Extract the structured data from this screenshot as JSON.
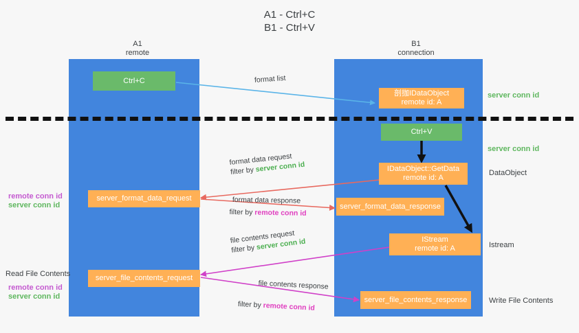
{
  "title": {
    "line1": "A1 - Ctrl+C",
    "line2": "B1 - Ctrl+V"
  },
  "lanes": [
    {
      "name": "A1",
      "sub": "remote"
    },
    {
      "name": "B1",
      "sub": "connection"
    }
  ],
  "boxes": {
    "ctrl_c": "Ctrl+C",
    "ctrl_v": "Ctrl+V",
    "idataobject": {
      "line1": "剖拁IDataObject",
      "line2": "remote id: A"
    },
    "getdata": {
      "line1": "IDataObject::GetData",
      "line2": "remote id: A"
    },
    "istream": {
      "line1": "IStream",
      "line2": "remote id: A"
    },
    "server_format_data_request": "server_format_data_request",
    "server_format_data_response": "server_format_data_response",
    "server_file_contents_request": "server_file_contents_request",
    "server_file_contents_response": "server_file_contents_response"
  },
  "edges": {
    "format_list": "format list",
    "format_data_request": "format data request",
    "format_data_request_filter_prefix": "filter by ",
    "format_data_request_filter_value": "server conn id",
    "format_data_response": "format data response",
    "format_data_response_filter_prefix": "filter by ",
    "format_data_response_filter_value": "remote conn id",
    "file_contents_request": "file contents request",
    "file_contents_request_filter_prefix": "filter by ",
    "file_contents_request_filter_value": "server conn id",
    "file_contents_response": "file contents response",
    "file_contents_response_filter_prefix": "filter by ",
    "file_contents_response_filter_value": "remote conn id"
  },
  "annotations": {
    "right_server_conn_id_top": "server conn id",
    "right_server_conn_id_mid": "server conn id",
    "right_dataobject": "DataObject",
    "right_istream": "Istream",
    "right_write_file_contents": "Write File Contents",
    "left_remote_conn_id_1": "remote conn id",
    "left_server_conn_id_1": "server conn id",
    "left_read_file_contents": "Read File Contents",
    "left_remote_conn_id_2": "remote conn id",
    "left_server_conn_id_2": "server conn id"
  },
  "colors": {
    "lane": "#4285dd",
    "green_box": "#6aba6a",
    "orange_box": "#ffb055",
    "arrow_blue": "#5ab4e8",
    "arrow_red": "#e8695f",
    "arrow_magenta": "#d040c8",
    "arrow_black": "#111111",
    "green_text": "#5fb75f",
    "magenta_text": "#c45ad0",
    "background": "#f7f7f7"
  }
}
